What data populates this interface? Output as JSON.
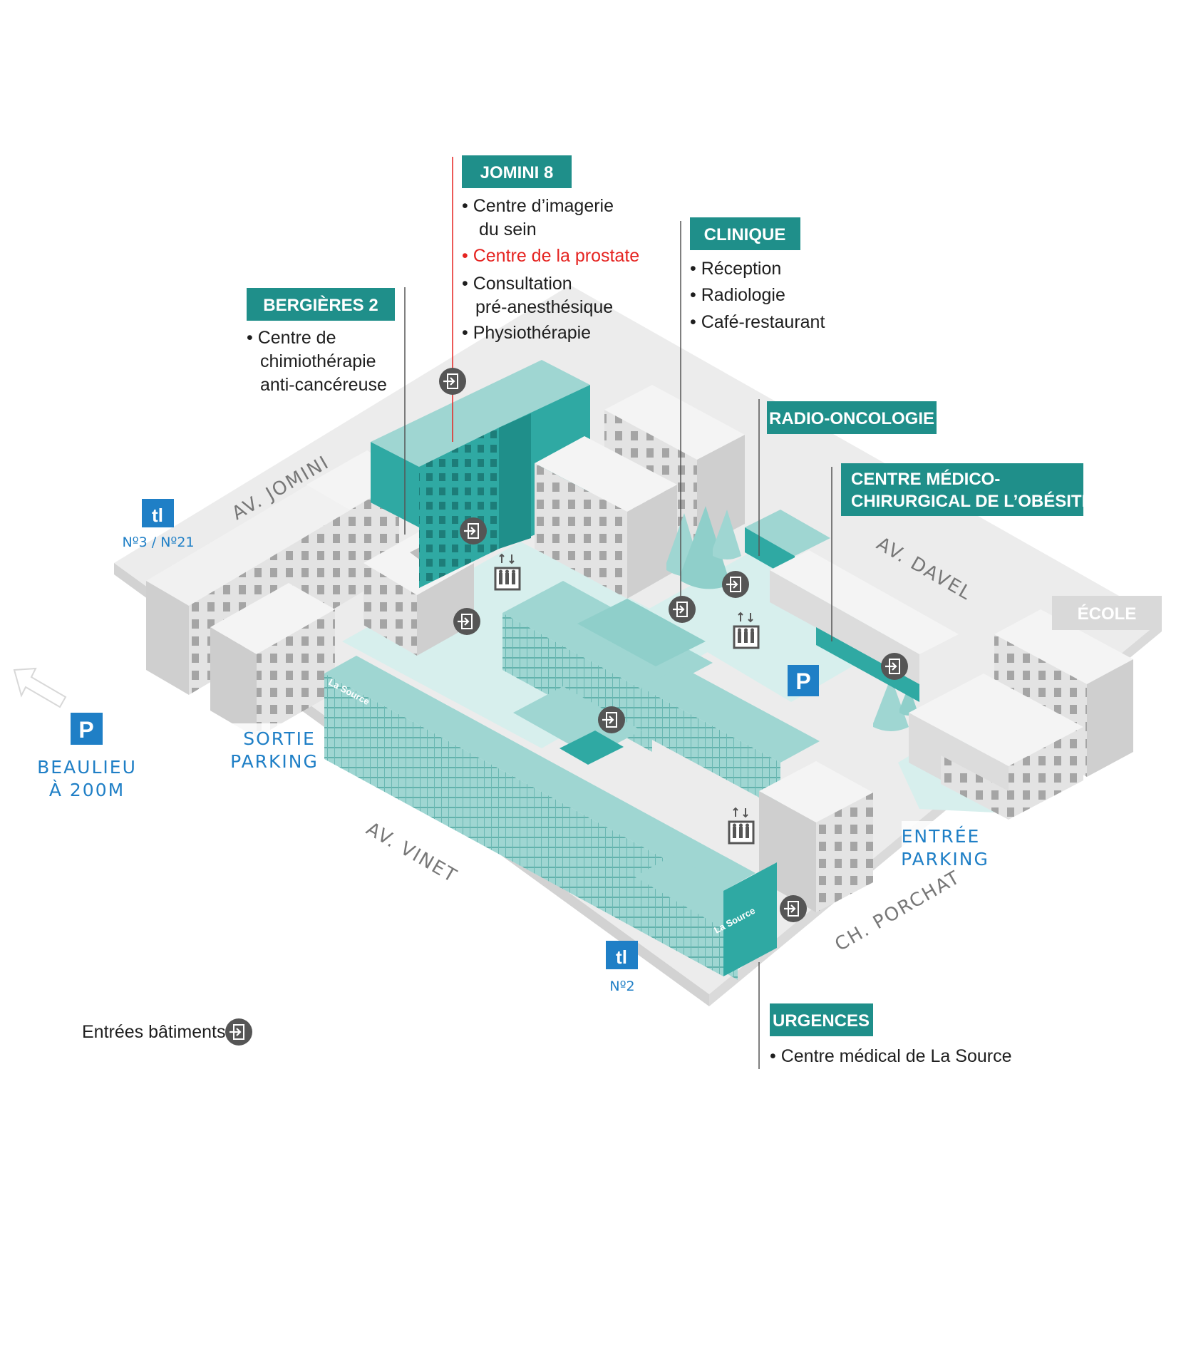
{
  "colors": {
    "teal_dark": "#1f8f8a",
    "teal_mid": "#2fa9a3",
    "teal_light": "#9fd6d2",
    "teal_pale": "#d7efed",
    "gray_bldg": "#dcdcdc",
    "gray_dark": "#bcbcbc",
    "ground": "#ececec",
    "blue": "#1f7fc6",
    "red": "#e52421",
    "icon_gray": "#555555"
  },
  "labels": {
    "jomini": {
      "title": "JOMINI 8",
      "items": [
        {
          "text": "Centre d’imagerie",
          "cont": "du sein",
          "highlight": false
        },
        {
          "text": "Centre de la prostate",
          "highlight": true
        },
        {
          "text": "Consultation",
          "cont": "pré-anesthésique",
          "highlight": false
        },
        {
          "text": "Physiothérapie",
          "highlight": false
        }
      ]
    },
    "clinique": {
      "title": "CLINIQUE",
      "items": [
        "Réception",
        "Radiologie",
        "Café-restaurant"
      ]
    },
    "bergieres": {
      "title": "BERGIÈRES 2",
      "items": [
        {
          "text": "Centre de",
          "cont1": "chimiothérapie",
          "cont2": "anti-cancéreuse"
        }
      ]
    },
    "radio": {
      "title": "RADIO-ONCOLOGIE"
    },
    "obesite": {
      "title_line1": "CENTRE MÉDICO-",
      "title_line2": "CHIRURGICAL DE L’OBÉSITÉ"
    },
    "ecole": {
      "title": "ÉCOLE"
    },
    "urgences": {
      "title": "URGENCES",
      "items": [
        "Centre médical de La Source"
      ]
    }
  },
  "streets": {
    "jomini": "AV. JOMINI",
    "davel": "AV. DAVEL",
    "vinet": "AV. VINET",
    "porchat": "CH. PORCHAT"
  },
  "transit": {
    "tl_logo": "tl",
    "stop_north": "Nº3 / Nº21",
    "stop_south": "Nº2"
  },
  "parking": {
    "p_letter": "P",
    "beaulieu_line1": "BEAULIEU",
    "beaulieu_line2": "À 200M",
    "sortie_line1": "SORTIE",
    "sortie_line2": "PARKING",
    "entree_line1": "ENTRÉE",
    "entree_line2": "PARKING"
  },
  "building_signs": {
    "source_main": "La Source",
    "source_front": "La Source"
  },
  "legend": {
    "entrances": "Entrées bâtiments",
    "icon": "entrance-icon"
  }
}
